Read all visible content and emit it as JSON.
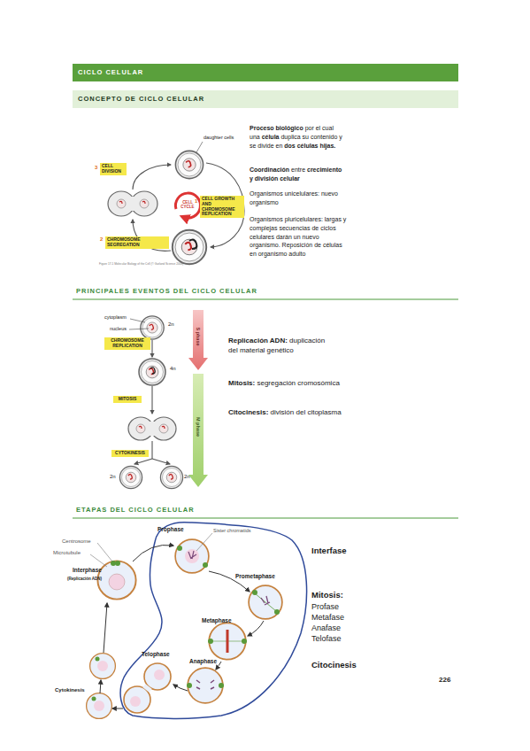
{
  "diagram": {
    "title": "CICLO CELULAR",
    "nodes": [
      {
        "text": [
          "CONCEPTO DE CICLO CELULAR"
        ]
      },
      {
        "text": [
          "CELL GROWTH AND CHROMOSOME REPLICATION"
        ]
      },
      {
        "text": [
          "CHROMOSOME SEGREGATION"
        ]
      },
      {
        "text": [
          "CELL DIVISION"
        ]
      },
      {
        "text": [
          "CHROMOSOME REPLICATION"
        ]
      },
      {
        "text": [
          "MITOSIS"
        ]
      },
      {
        "text": [
          "CYTOKINESIS"
        ]
      }
    ],
    "labels": [
      "daughter cells",
      "CELL CYCLE",
      "1",
      "2",
      "3",
      "Figure 17-1 Molecular Biology of the Cell (© Garland Science 2008)",
      "Proceso biológico",
      "por el cual una",
      "célula",
      "duplica su contenido y se divide en",
      "dos células hijas.",
      "Coordinación",
      "entre",
      "crecimiento y división celular",
      "Organismos unicelulares: nuevo organismo",
      "Organismos pluricelulares: largas y complejas secuencias de ciclos celulares darán un nuevo organismo. Reposición de células en organismo adulto",
      "PRINCIPALES EVENTOS DEL CICLO CELULAR",
      "cytoplasm",
      "nucleus",
      "2n",
      "4n",
      "2n",
      "2n",
      "S phase",
      "M phase",
      "Replicación ADN:",
      "duplicación del material genético",
      "Mitosis:",
      "segregación cromosómica",
      "Citocinesis:",
      "división del citoplasma",
      "ETAPAS DEL CICLO CELULAR",
      "Centrosome",
      "Microtubule",
      "Interphase",
      "(Replicación ADN)",
      "Prophase",
      "Sister chromatids",
      "Prometaphase",
      "Metaphase",
      "Anaphase",
      "Telophase",
      "Cytokinesis",
      "Interfase",
      "Mitosis:",
      "Profase",
      "Metafase",
      "Anafase",
      "Telofase",
      "Citocinesis",
      "226"
    ]
  }
}
